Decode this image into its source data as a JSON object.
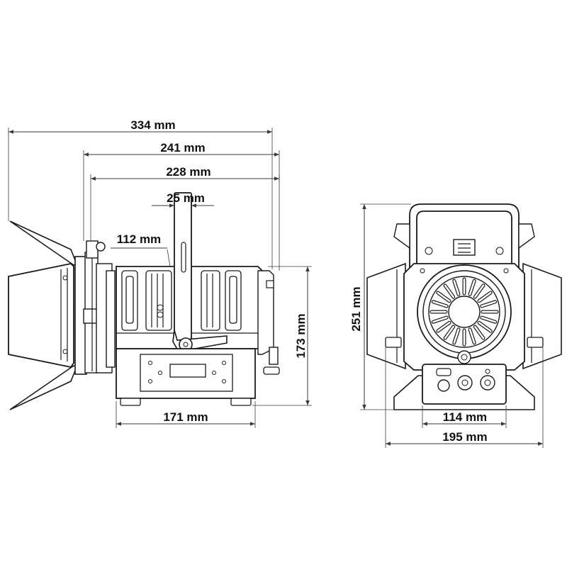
{
  "dimensions": {
    "side_overall_length": "334 mm",
    "side_body_with_yoke": "241 mm",
    "side_body_length": "228 mm",
    "yoke_width": "25 mm",
    "lens_offset": "112 mm",
    "side_height": "173 mm",
    "base_length": "171 mm",
    "front_height": "251 mm",
    "front_base_width": "114 mm",
    "front_overall_width": "195 mm"
  },
  "colors": {
    "line": "#1a1a1a",
    "dimension": "#3a3a3a",
    "background": "#ffffff"
  }
}
